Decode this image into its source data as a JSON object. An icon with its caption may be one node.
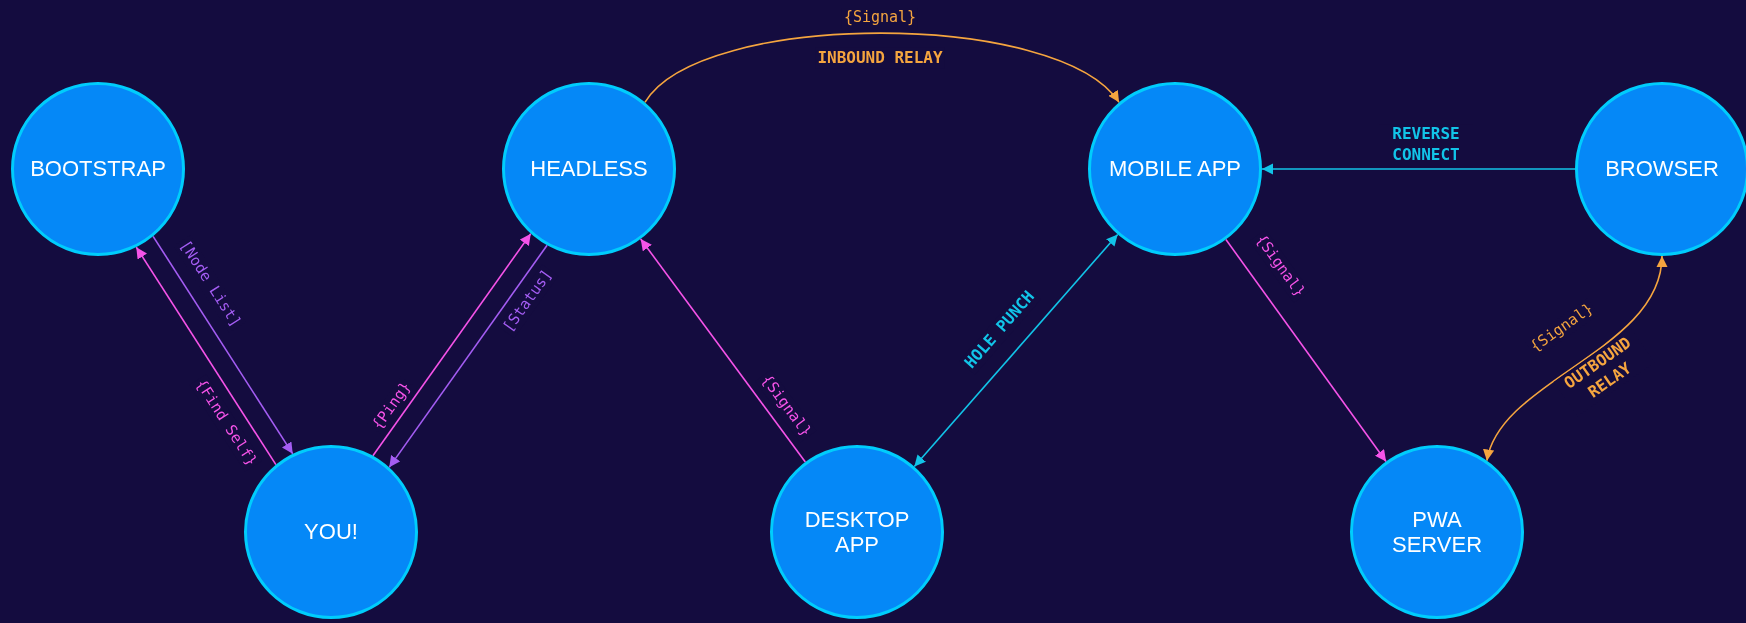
{
  "diagram": {
    "nodes": [
      {
        "text": [
          "BOOTSTRAP"
        ]
      },
      {
        "text": [
          "HEADLESS"
        ]
      },
      {
        "text": [
          "MOBILE APP"
        ]
      },
      {
        "text": [
          "BROWSER"
        ]
      },
      {
        "text": [
          "YOU!"
        ]
      },
      {
        "text": [
          "DESKTOP APP"
        ]
      },
      {
        "text": [
          "PWA SERVER"
        ]
      }
    ],
    "edges": [
      {
        "from": 4,
        "to": 0,
        "arrow": "to",
        "label": "{Find Self}"
      },
      {
        "from": 0,
        "to": 4,
        "arrow": "to",
        "label": "[Node List]",
        "color": "#a45df3"
      },
      {
        "from": 4,
        "to": 1,
        "arrow": "to",
        "label": "{Ping}"
      },
      {
        "from": 1,
        "to": 4,
        "arrow": "to",
        "label": "[Status]",
        "color": "#a45df3"
      },
      {
        "from": 5,
        "to": 1,
        "arrow": "to",
        "label": "{Signal}"
      },
      {
        "from": 1,
        "to": 2,
        "arrow": "to",
        "label": "{Signal}",
        "color": "#f5a53f"
      },
      {
        "from": 5,
        "to": 2,
        "arrow": "both",
        "label": "HOLE PUNCH",
        "color": "#12c4e8"
      },
      {
        "from": 3,
        "to": 2,
        "arrow": "to",
        "label": "REVERSE CONNECT",
        "color": "#12c4e8"
      },
      {
        "from": 2,
        "to": 6,
        "arrow": "to",
        "label": "{Signal}"
      },
      {
        "from": 3,
        "to": 6,
        "arrow": "both",
        "label": "{Signal}",
        "color": "#f5a53f"
      }
    ],
    "labels": [
      "INBOUND RELAY",
      "OUTBOUND RELAY"
    ]
  }
}
